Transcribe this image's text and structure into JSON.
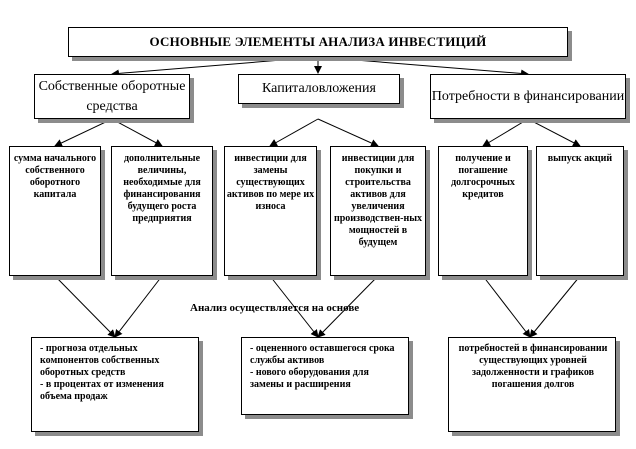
{
  "title": "ОСНОВНЫЕ ЭЛЕМЕНТЫ АНАЛИЗА ИНВЕСТИЦИЙ",
  "categories": [
    {
      "label": "Собственные оборотные средства"
    },
    {
      "label": "Капиталовложения"
    },
    {
      "label": "Потребности в финансировании"
    }
  ],
  "items": [
    {
      "text": "сумма начального собственного оборотного капитала"
    },
    {
      "text": "дополнительные величины, необходимые для финансирования будущего роста предприятия"
    },
    {
      "text": "инвестиции для замены существующих активов по мере их износа"
    },
    {
      "text": "инвестиции для покупки и строительства активов для увеличения производствен-ных мощностей в будущем"
    },
    {
      "text": "получение и погашение долгосрочных кредитов"
    },
    {
      "text": "выпуск акций"
    }
  ],
  "middle_label": "Анализ осуществляется на основе",
  "results": [
    {
      "lines": [
        "- прогноза отдельных компонентов собственных оборотных средств",
        "- в процентах от изменения объема продаж"
      ]
    },
    {
      "lines": [
        "- оцененного оставшегося срока службы активов",
        "- нового оборудования для замены и расширения"
      ]
    },
    {
      "lines": [
        "потребностей в финансировании существующих уровней задолженности и графиков погашения долгов"
      ]
    }
  ]
}
